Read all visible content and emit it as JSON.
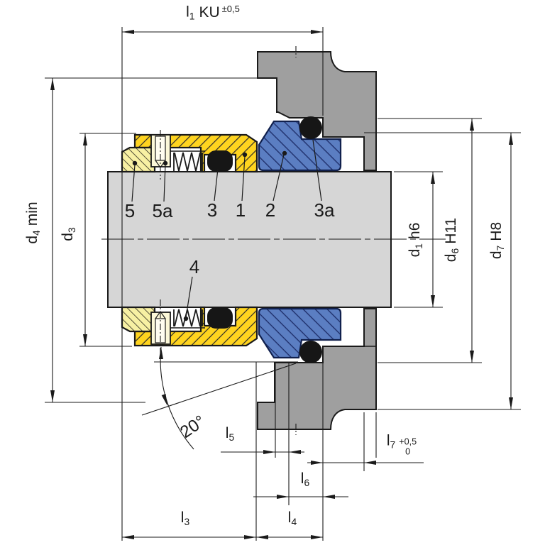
{
  "drawing_type": "mechanical-seal-cross-section",
  "dims": {
    "l1": {
      "base": "l",
      "sub": "1",
      "mid": "KU",
      "tol": "±0,5"
    },
    "d4": {
      "base": "d",
      "sub": "4",
      "suffix": "min"
    },
    "d3": {
      "base": "d",
      "sub": "3"
    },
    "d1": {
      "base": "d",
      "sub": "1",
      "fit": "h6"
    },
    "d6": {
      "base": "d",
      "sub": "6",
      "fit": "H11"
    },
    "d7": {
      "base": "d",
      "sub": "7",
      "fit": "H8"
    },
    "l5": {
      "base": "l",
      "sub": "5"
    },
    "l6": {
      "base": "l",
      "sub": "6"
    },
    "l7": {
      "base": "l",
      "sub": "7",
      "tol_top": "+0,5",
      "tol_bottom": "0"
    },
    "l3": {
      "base": "l",
      "sub": "3"
    },
    "l4": {
      "base": "l",
      "sub": "4"
    },
    "angle": "20°"
  },
  "parts": [
    "5",
    "5a",
    "3",
    "1",
    "2",
    "3a",
    "4"
  ],
  "colors": {
    "yellow": "#FFD41F",
    "light_yellow": "#F7F0A3",
    "pale_yellow": "#FCF8D8",
    "blue": "#5B7EC2",
    "shaft_gray": "#D6D6D6",
    "housing_gray": "#9F9F9F",
    "oring": "#161616",
    "line": "#1A1A1A"
  }
}
